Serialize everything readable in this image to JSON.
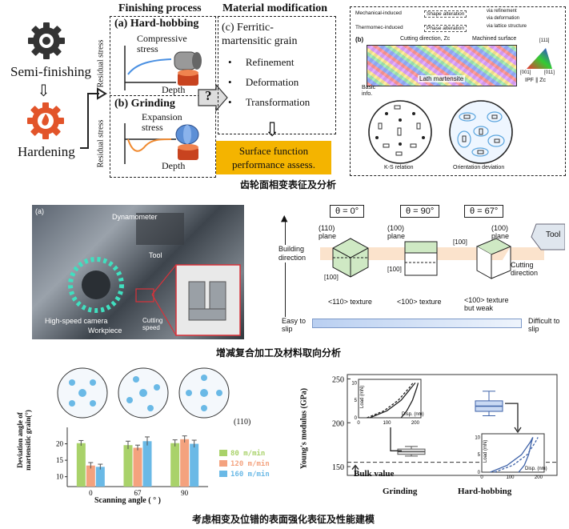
{
  "panel1": {
    "semi_finishing": "Semi-finishing",
    "hardening": "Hardening",
    "finishing_process": "Finishing process",
    "material_modification": "Material modification",
    "hard_hobbing": "(a) Hard-hobbing",
    "compressive_stress": "Compressive\nstress",
    "grinding": "(b) Grinding",
    "expansion_stress": "Expansion\nstress",
    "residual_stress": "Residual stress",
    "depth": "Depth",
    "c_title": "(c) Ferritic-\nmartensitic grain",
    "bullets": [
      "Refinement",
      "Deformation",
      "Transformation"
    ],
    "question": "?",
    "assess": "Surface function\nperformance assess.",
    "table": {
      "mech": "Mechanical-induced",
      "thermo": "Thermomec-induced",
      "shape": "Shape alteration",
      "phase": "Phase alteration",
      "via_ref": "via refinement",
      "via_def": "via deformation",
      "via_lat": "via lattice structure"
    },
    "b_label": "(b)",
    "cutting_dir": "Cutting direction, Zc",
    "machined": "Machined surface",
    "lath": "Lath martensite",
    "basic_info": "Basic\ninfo.",
    "ks": "K-S relation",
    "orientation": "Orientation deviation",
    "ipf": "IPF ∥ Zc",
    "ipf_labels": [
      "[111]",
      "[001]",
      "[011]"
    ],
    "caption": "齿轮面相变表征及分析"
  },
  "panel2": {
    "a_label": "(a)",
    "dynamometer": "Dynamometer",
    "tool": "Tool",
    "camera": "High-speed camera",
    "cutting_speed": "Cutting\nspeed",
    "workpiece": "Workpiece",
    "building_dir": "Building\ndirection",
    "theta": [
      "θ = 0°",
      "θ = 90°",
      "θ = 67°"
    ],
    "plane110": "(110)\nplane",
    "plane100a": "(100)\nplane",
    "plane100b": "(100)\nplane",
    "idx100a": "[100]",
    "idx100b": "[100]",
    "idx100c": "[100]",
    "tex110": "<110> texture",
    "tex100": "<100> texture",
    "tex100w": "<100> texture\nbut weak",
    "tool_label": "Tool",
    "cutting_direction": "Cutting\ndirection",
    "easy": "Easy to\nslip",
    "difficult": "Difficult to\nslip",
    "caption": "增减复合加工及材料取向分析"
  },
  "panel3": {
    "ylabel": "Deviation angle of\nmartensitic grain(°)",
    "xlabel": "Scanning angle ( ° )",
    "plane": "(110)",
    "caption": "考虑相变及位错的表面强化表征及性能建模"
  },
  "panel4": {
    "ylabel": "Young's modulus (GPa)",
    "bulk": "Bulk value",
    "grinding": "Grinding",
    "hard_hobbing": "Hard-hobbing",
    "inset_x": "Disp. (nm)",
    "inset_y": "Load (mN)"
  },
  "chart_data": [
    {
      "type": "bar",
      "categories": [
        "0",
        "67",
        "90"
      ],
      "series": [
        {
          "name": "80 m/min",
          "values": [
            20.2,
            19.6,
            20.2
          ]
        },
        {
          "name": "120 m/min",
          "values": [
            13.4,
            18.8,
            21.4
          ]
        },
        {
          "name": "160 m/min",
          "values": [
            13.0,
            20.8,
            20.0
          ]
        }
      ],
      "errors": [
        [
          0.8,
          1.2,
          1.0
        ],
        [
          0.9,
          0.8,
          1.0
        ],
        [
          0.8,
          1.3,
          1.1
        ]
      ],
      "xlabel": "Scanning angle ( ° )",
      "ylabel": "Deviation angle of\nmartensitic grain(°)",
      "yticks": [
        10,
        15,
        20
      ],
      "ylim": [
        7,
        25
      ],
      "colors": [
        "#a9d26a",
        "#f4a27e",
        "#6ab9e6"
      ],
      "legend": "right"
    },
    {
      "type": "box",
      "categories": [
        "Grinding",
        "Hard-hobbing"
      ],
      "series": [
        {
          "category": "Grinding",
          "min": 162,
          "q1": 164,
          "median": 167,
          "q3": 170,
          "max": 173
        },
        {
          "category": "Hard-hobbing",
          "min": 208,
          "q1": 213,
          "median": 219,
          "q3": 225,
          "max": 236
        }
      ],
      "ylabel": "Young's modulus (GPa)",
      "yticks": [
        150,
        200,
        250
      ],
      "ylim": [
        140,
        255
      ],
      "bulk_value": 155,
      "annotation": "Bulk value"
    },
    {
      "type": "line",
      "title": "",
      "xlabel": "Disp. (nm)",
      "ylabel": "Load (mN)",
      "xticks": [
        0,
        100,
        200
      ],
      "yticks": [
        0,
        5,
        10
      ],
      "series": [
        {
          "x": [
            40,
            100,
            150,
            185,
            200
          ],
          "y": [
            0,
            2,
            5,
            8.5,
            10
          ]
        },
        {
          "x": [
            30,
            90,
            140,
            178,
            192
          ],
          "y": [
            0,
            2,
            5,
            8.5,
            10
          ]
        },
        {
          "x": [
            150,
            170,
            190,
            205,
            210
          ],
          "y": [
            0,
            2,
            5,
            8.5,
            10
          ]
        }
      ]
    },
    {
      "type": "line",
      "title": "",
      "xlabel": "Disp. (nm)",
      "ylabel": "Load (mN)",
      "xticks": [
        0,
        100,
        200
      ],
      "yticks": [
        0,
        5,
        10
      ],
      "series": [
        {
          "x": [
            30,
            90,
            140,
            170,
            180
          ],
          "y": [
            0,
            2,
            5,
            8.5,
            10
          ]
        },
        {
          "x": [
            45,
            110,
            160,
            188,
            198
          ],
          "y": [
            0,
            2,
            5,
            8.5,
            10
          ]
        },
        {
          "x": [
            130,
            150,
            165,
            175,
            180
          ],
          "y": [
            0,
            2,
            5,
            8.5,
            10
          ]
        }
      ]
    }
  ]
}
